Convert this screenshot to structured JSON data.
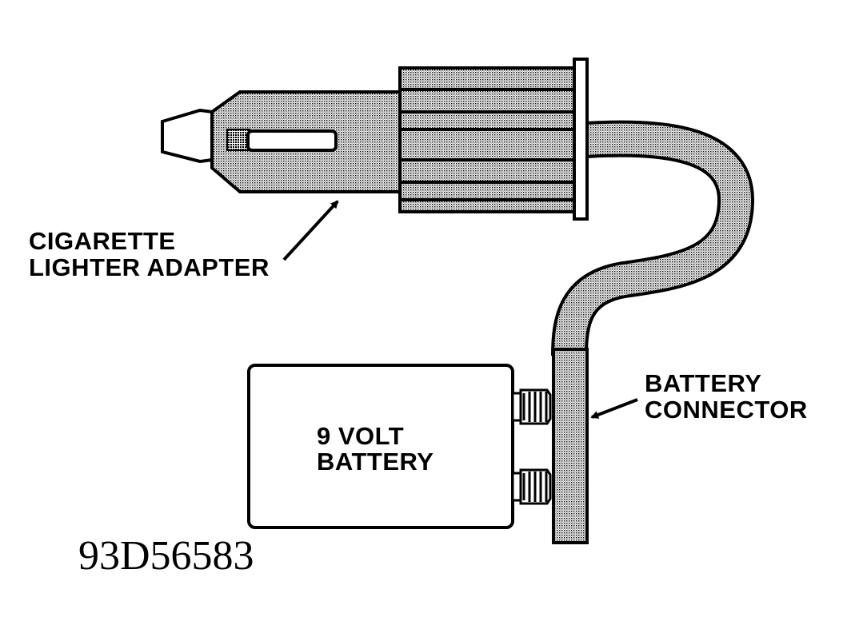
{
  "labels": {
    "adapter_line1": "CIGARETTE",
    "adapter_line2": "LIGHTER ADAPTER",
    "connector_line1": "BATTERY",
    "connector_line2": "CONNECTOR",
    "battery_line1": "9 VOLT",
    "battery_line2": "BATTERY",
    "figure_code": "93D56583"
  },
  "colors": {
    "ink": "#000000",
    "stipple": "#b0b0b0",
    "background": "#ffffff"
  }
}
